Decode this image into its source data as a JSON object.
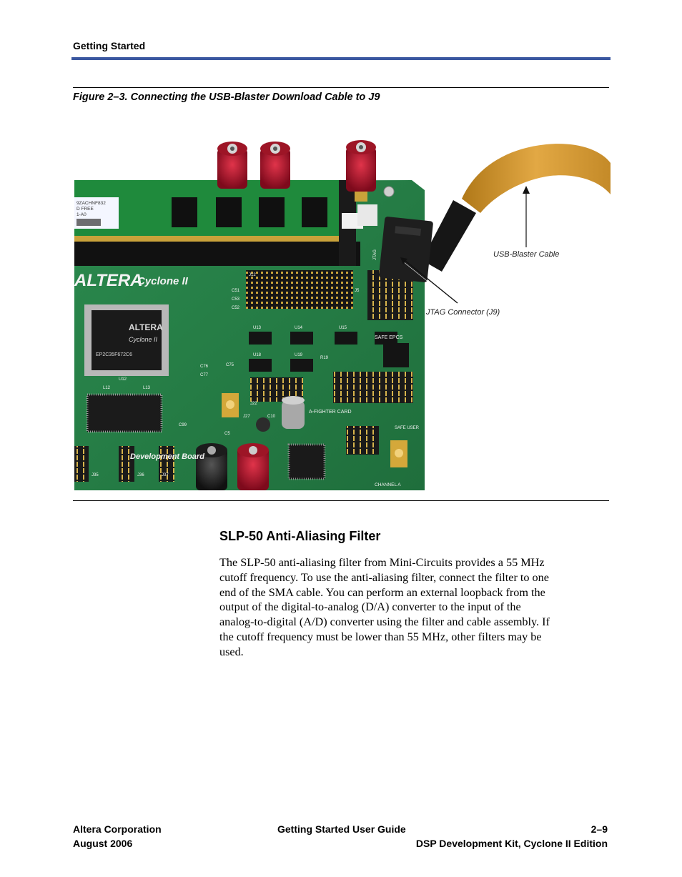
{
  "header": {
    "running_title": "Getting Started"
  },
  "figure": {
    "caption": "Figure 2–3. Connecting the USB-Blaster Download Cable to J9",
    "callouts": {
      "usb_cable": "USB-Blaster Cable",
      "jtag": "JTAG Connector (J9)"
    },
    "board_labels": {
      "brand": "ALTERA",
      "family": "Cyclone II",
      "chip_brand": "ALTERA",
      "chip_family": "Cyclone II",
      "chip_part": "EP2C35F672C6",
      "dev_board": "Development Board",
      "safe_epcs": "SAFE  EPCS",
      "safe_user": "SAFE USER",
      "channel_a": "CHANNEL A",
      "fighter_card": "A-FIGHTER CARD",
      "jtag_silk": "JTAG",
      "sticker_lines": [
        "9ZACHNF832",
        "D FREE",
        "1-A0"
      ],
      "refs": [
        "J12",
        "J5",
        "C51",
        "C53",
        "C52",
        "U13",
        "U14",
        "U15",
        "U18",
        "U19",
        "R19",
        "U12",
        "L12",
        "L13",
        "C76",
        "C77",
        "C75",
        "J22",
        "J27",
        "C10",
        "J35",
        "J36",
        "J37",
        "C99",
        "C5"
      ]
    }
  },
  "section": {
    "heading": "SLP-50 Anti-Aliasing Filter",
    "body_lines": [
      "The SLP-50 anti-aliasing filter from Mini-Circuits provides a 55 MHz",
      "cutoff frequency. To use the anti-aliasing filter, connect the filter to one",
      "end of the SMA cable. You can perform an external loopback from the",
      "output of the digital-to-analog (D/A) converter to the input of the",
      "analog-to-digital (A/D) converter using the filter and cable assembly. If",
      "the cutoff frequency must be lower than 55 MHz, other filters may be",
      "used."
    ]
  },
  "footer": {
    "left": [
      "Altera Corporation",
      "August 2006"
    ],
    "center": "Getting Started User Guide",
    "right": [
      "2–9",
      "DSP Development Kit, Cyclone II Edition"
    ]
  }
}
